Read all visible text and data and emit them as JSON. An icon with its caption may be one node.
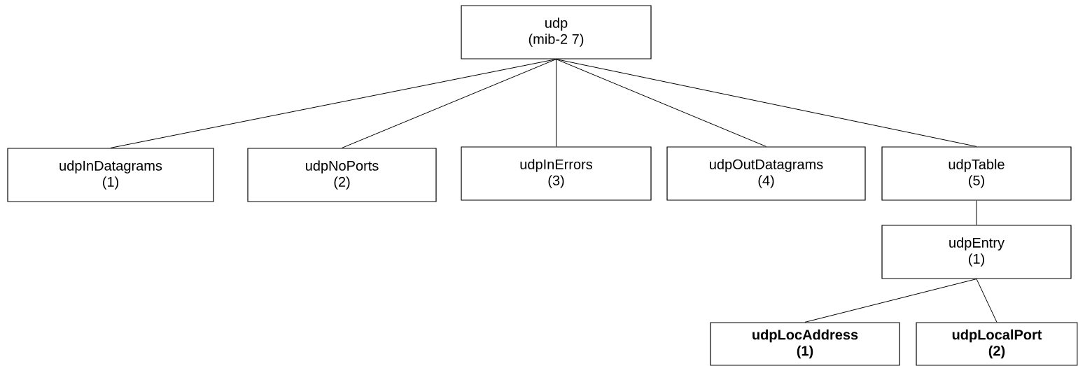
{
  "diagram": {
    "nodes": [
      {
        "text": [
          "udp",
          "(mib-2 7)"
        ]
      },
      {
        "text": [
          "udpInDatagrams",
          "(1)"
        ]
      },
      {
        "text": [
          "udpNoPorts",
          "(2)"
        ]
      },
      {
        "text": [
          "udpInErrors",
          "(3)"
        ]
      },
      {
        "text": [
          "udpOutDatagrams",
          "(4)"
        ]
      },
      {
        "text": [
          "udpTable",
          "(5)"
        ]
      },
      {
        "text": [
          "udpEntry",
          "(1)"
        ]
      },
      {
        "text": [
          "udpLocAddress",
          "(1)"
        ]
      },
      {
        "text": [
          "udpLocalPort",
          "(2)"
        ]
      }
    ],
    "edges": [
      {
        "from": 0,
        "to": 1,
        "arrow": "none"
      },
      {
        "from": 0,
        "to": 2,
        "arrow": "none"
      },
      {
        "from": 0,
        "to": 3,
        "arrow": "none"
      },
      {
        "from": 0,
        "to": 4,
        "arrow": "none"
      },
      {
        "from": 0,
        "to": 5,
        "arrow": "none"
      },
      {
        "from": 5,
        "to": 6,
        "arrow": "none"
      },
      {
        "from": 6,
        "to": 7,
        "arrow": "none"
      },
      {
        "from": 6,
        "to": 8,
        "arrow": "none"
      }
    ]
  }
}
